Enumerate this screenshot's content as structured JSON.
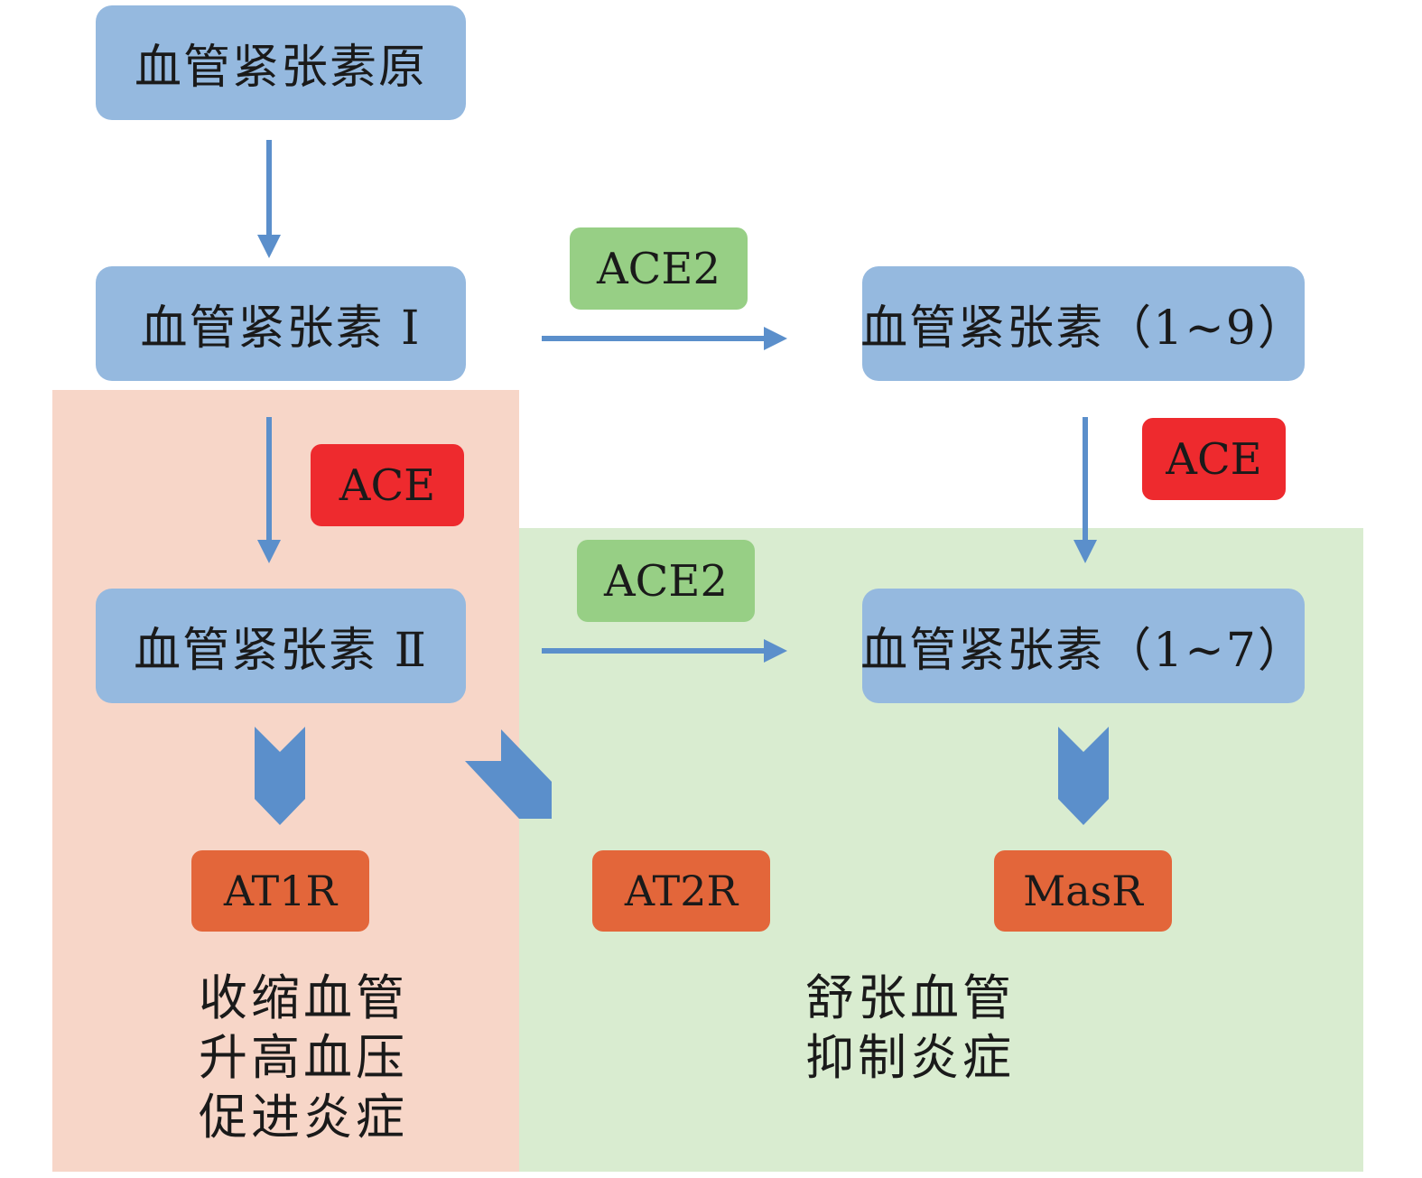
{
  "nodes": {
    "angiotensinogen": "血管紧张素原",
    "ang1": "血管紧张素 Ⅰ",
    "ang2": "血管紧张素 Ⅱ",
    "ang1_9": "血管紧张素（1~9）",
    "ang1_7": "血管紧张素（1~7）"
  },
  "enzymes": {
    "ace2_top": "ACE2",
    "ace2_mid": "ACE2",
    "ace_left": "ACE",
    "ace_right": "ACE"
  },
  "receptors": {
    "at1r": "AT1R",
    "at2r": "AT2R",
    "masr": "MasR"
  },
  "effects": {
    "left": [
      "收缩血管",
      "升高血压",
      "促进炎症"
    ],
    "right": [
      "舒张血管",
      "抑制炎症"
    ]
  },
  "colors": {
    "node_fill": "#95b9df",
    "enzyme_green": "#97cf85",
    "enzyme_red": "#ee2a2e",
    "receptor_fill": "#e3663a",
    "region_pink": "#f7d6c8",
    "region_green": "#d9ecd0",
    "arrow": "#5b8fcb"
  },
  "icons": [
    "thin-arrow-icon",
    "chevron-arrow-icon"
  ]
}
